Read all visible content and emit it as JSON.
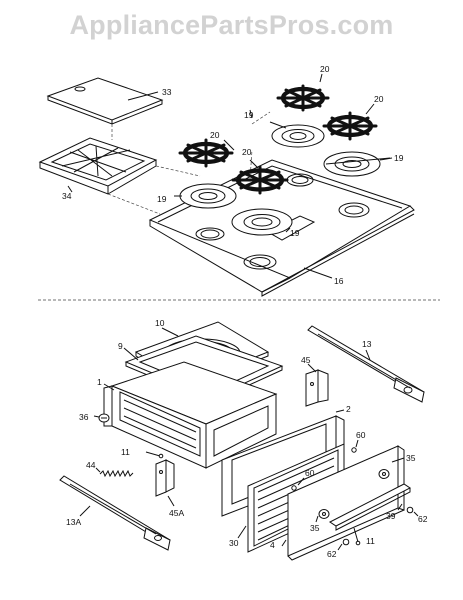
{
  "watermark": "AppliancePartsPros.com",
  "labels": {
    "p33": "33",
    "p34": "34",
    "p20a": "20",
    "p20b": "20",
    "p20c": "20",
    "p20d": "20",
    "p19a": "19",
    "p19b": "19",
    "p19c": "19",
    "p19d": "19",
    "p16": "16",
    "p10": "10",
    "p9": "9",
    "p1": "1",
    "p36": "36",
    "p45": "45",
    "p13": "13",
    "p2": "2",
    "p60a": "60",
    "p60b": "60",
    "p35a": "35",
    "p35b": "35",
    "p11a": "11",
    "p11b": "11",
    "p44": "44",
    "p13a": "13A",
    "p45a": "45A",
    "p30": "30",
    "p4": "4",
    "p39": "39",
    "p62a": "62",
    "p62b": "62"
  }
}
